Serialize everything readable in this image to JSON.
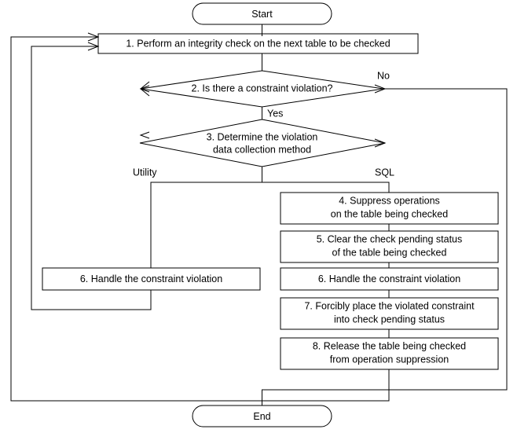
{
  "diagram": {
    "title": "Integrity check constraint violation handling flowchart",
    "type": "flowchart",
    "background_color": "#ffffff",
    "line_color": "#000000",
    "text_color": "#000000"
  },
  "nodes": {
    "start": {
      "label": "Start",
      "shape": "terminator"
    },
    "step1": {
      "label": "1. Perform an integrity check on the next table to be checked",
      "shape": "process"
    },
    "step2": {
      "label": "2. Is there a constraint violation?",
      "shape": "decision"
    },
    "step3_line1": "3. Determine the violation",
    "step3_line2": "data collection method",
    "step4_line1": "4. Suppress operations",
    "step4_line2": "on the table being checked",
    "step5_line1": "5. Clear the check pending status",
    "step5_line2": "of the table being checked",
    "step6_sql": {
      "label": "6. Handle the constraint violation",
      "shape": "process"
    },
    "step6_utility": {
      "label": "6. Handle the constraint violation",
      "shape": "process"
    },
    "step7_line1": "7. Forcibly place the violated constraint",
    "step7_line2": "into check pending status",
    "step8_line1": "8. Release the table being checked",
    "step8_line2": "from operation suppression",
    "end": {
      "label": "End",
      "shape": "terminator"
    }
  },
  "edge_labels": {
    "no": "No",
    "yes": "Yes",
    "utility": "Utility",
    "sql": "SQL"
  }
}
